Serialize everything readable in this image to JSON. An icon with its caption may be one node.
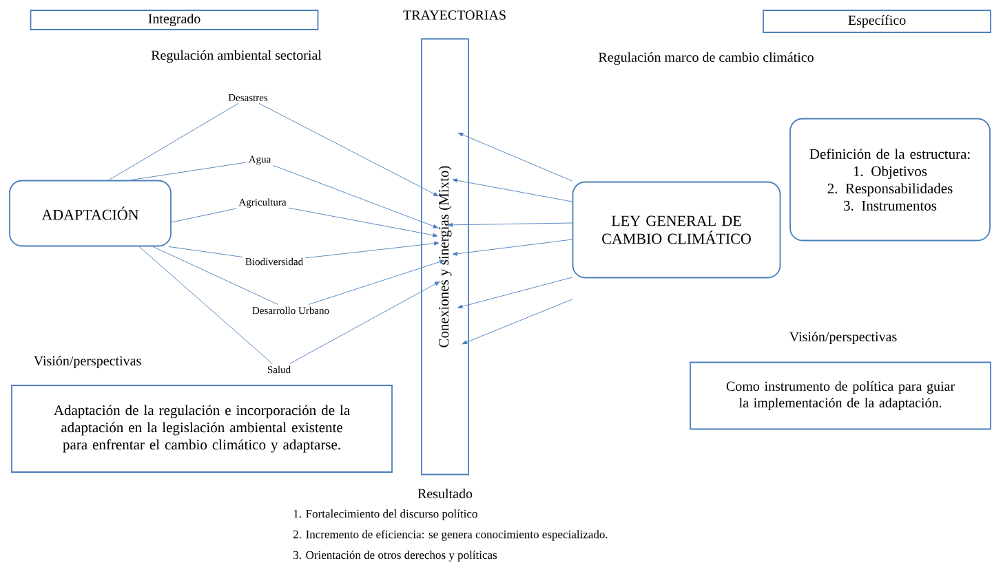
{
  "diagram": {
    "title": "TRAYECTORIAS",
    "nodes": [
      {
        "text": [
          "Integrado"
        ]
      },
      {
        "text": [
          "Específico"
        ]
      },
      {
        "text": [
          "ADAPTACIÓN"
        ]
      },
      {
        "text": [
          "Desastres"
        ]
      },
      {
        "text": [
          "Agua"
        ]
      },
      {
        "text": [
          "Agricultura"
        ]
      },
      {
        "text": [
          "Biodiversidad"
        ]
      },
      {
        "text": [
          "Desarrollo Urbano"
        ]
      },
      {
        "text": [
          "Salud"
        ]
      },
      {
        "text": [
          "Conexiones y sinergias  (Mixto)"
        ]
      },
      {
        "text": [
          "LEY GENERAL DE CAMBIO CLIMÁTICO"
        ]
      },
      {
        "text": [
          "Definición de la estructura:",
          "1. Objetivos",
          "2. Responsabilidades",
          "3. Instrumentos"
        ]
      },
      {
        "text": [
          "Adaptación de la regulación e incorporación de la adaptación en la legislación ambiental existente para enfrentar el cambio climático y adaptarse."
        ]
      },
      {
        "text": [
          "Como instrumento de política para guiar la implementación de la adaptación."
        ]
      }
    ],
    "edges": [
      {
        "from": 2,
        "to": 3,
        "arrow": "none"
      },
      {
        "from": 2,
        "to": 4,
        "arrow": "none"
      },
      {
        "from": 2,
        "to": 5,
        "arrow": "none"
      },
      {
        "from": 2,
        "to": 6,
        "arrow": "none"
      },
      {
        "from": 2,
        "to": 7,
        "arrow": "none"
      },
      {
        "from": 2,
        "to": 8,
        "arrow": "none"
      },
      {
        "from": 3,
        "to": 9,
        "arrow": "to"
      },
      {
        "from": 4,
        "to": 9,
        "arrow": "to"
      },
      {
        "from": 5,
        "to": 9,
        "arrow": "to"
      },
      {
        "from": 6,
        "to": 9,
        "arrow": "to"
      },
      {
        "from": 7,
        "to": 9,
        "arrow": "to"
      },
      {
        "from": 8,
        "to": 9,
        "arrow": "to"
      },
      {
        "from": 10,
        "to": 9,
        "arrow": "to"
      },
      {
        "from": 10,
        "to": 9,
        "arrow": "to"
      },
      {
        "from": 10,
        "to": 9,
        "arrow": "to"
      },
      {
        "from": 10,
        "to": 9,
        "arrow": "to"
      },
      {
        "from": 10,
        "to": 9,
        "arrow": "to"
      },
      {
        "from": 10,
        "to": 9,
        "arrow": "to"
      }
    ],
    "labels": [
      "Regulación ambiental sectorial",
      "Regulación marco de cambio climático",
      "Visión/perspectivas",
      "Visión/perspectivas",
      "Resultado",
      "1. Fortalecimiento del discurso político",
      "2. Incremento de eficiencia: se genera conocimiento especializado.",
      "3. Orientación de otros derechos y políticas"
    ]
  }
}
